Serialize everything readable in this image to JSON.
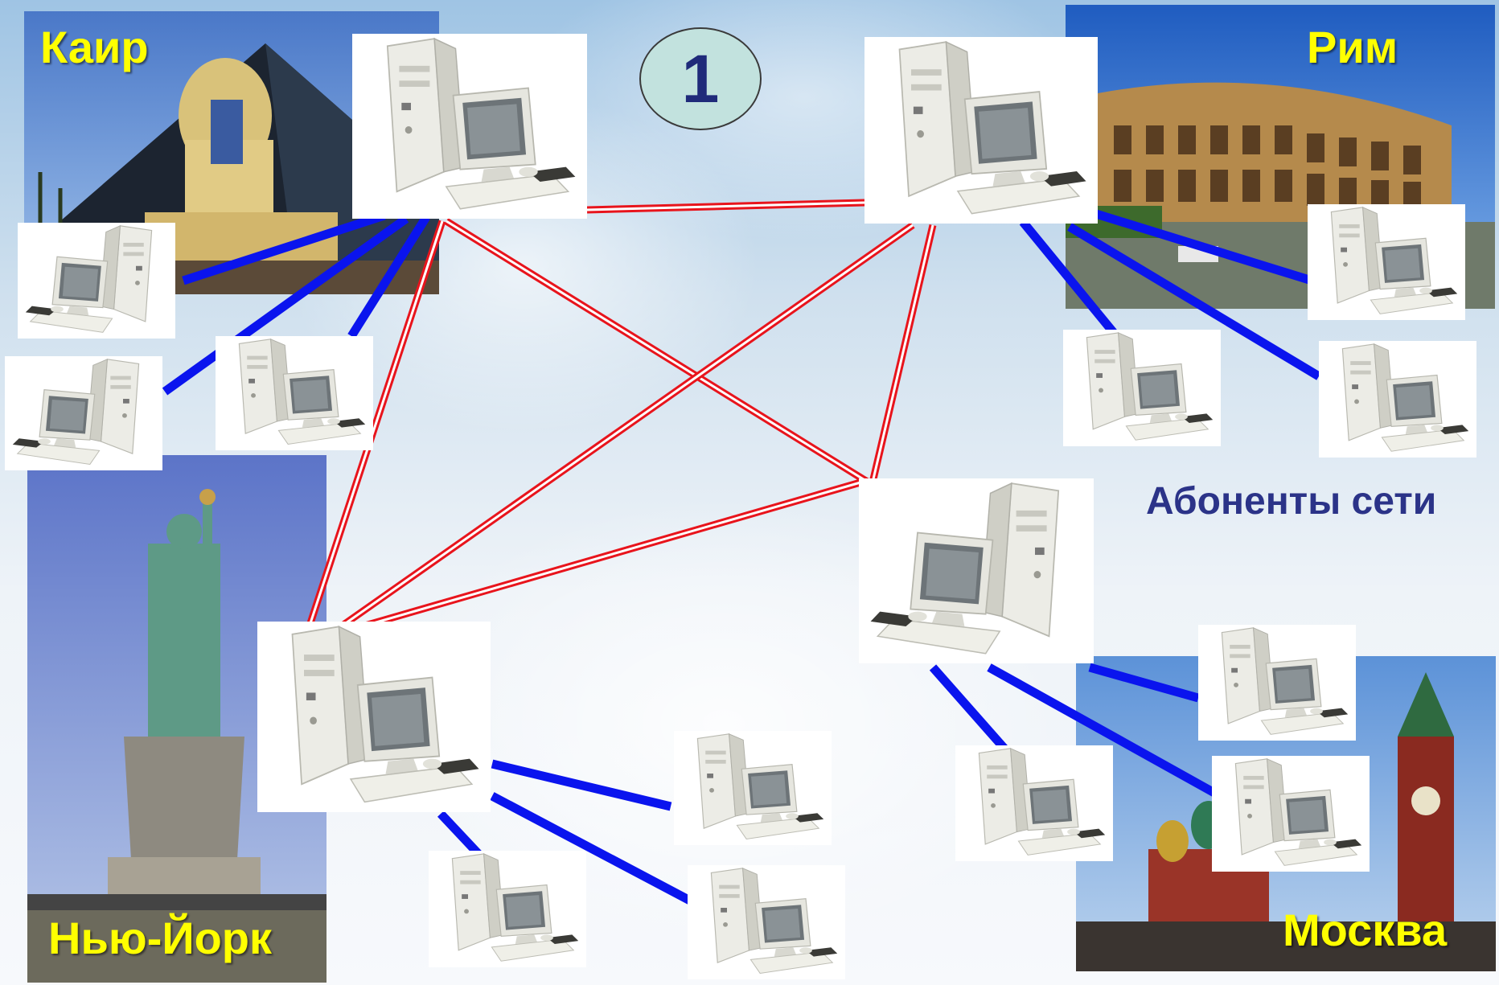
{
  "slide_number": "1",
  "caption": "Абоненты сети",
  "cities": {
    "cairo": "Каир",
    "rome": "Рим",
    "new_york": "Нью-Йорк",
    "moscow": "Москва"
  },
  "colors": {
    "backbone_link": "#e8141c",
    "subscriber_link": "#0a14ee",
    "city_label": "#ffff00",
    "caption": "#2b3388",
    "badge_fill": "#c2e2de"
  },
  "icons": [
    "computer-icon"
  ]
}
